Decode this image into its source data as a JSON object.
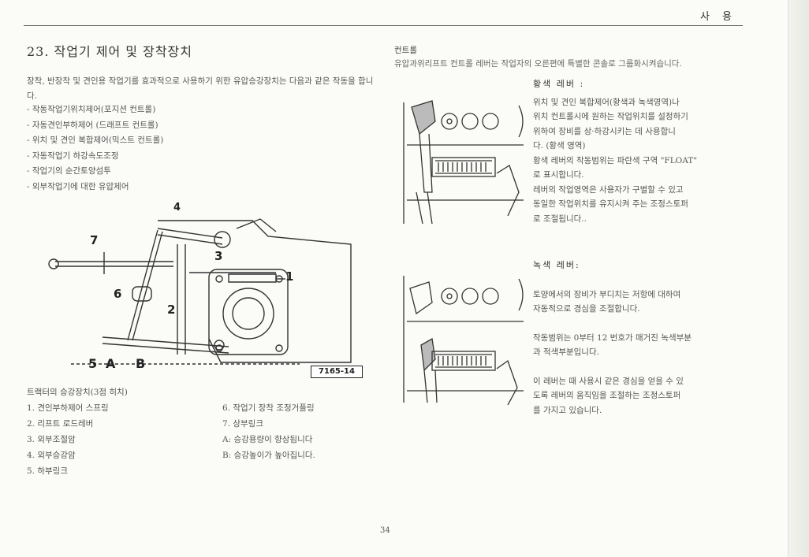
{
  "header": {
    "section": "사 용"
  },
  "title": "23. 작업기 제어 및 장착장치",
  "intro": "장착, 반장착 및 견인용 작업기를 효과적으로 사용하기 위한 유압승강장치는 다음과 같은 작동을 합니다.",
  "bullets": [
    "- 작동작업기위치제어(포지션 컨트롤)",
    "- 자동견인부하제어 (드래프트 컨트롤)",
    "- 위치 및 견인 복합제어(믹스트 컨트롤)",
    "- 자동작업기 하강속도조정",
    "- 작업기의 순간토양섬투",
    "- 외부작업기에 대한 유압제어"
  ],
  "figure_left": {
    "labels": [
      "4",
      "7",
      "3",
      "1",
      "6",
      "2",
      "5",
      "A",
      "B"
    ],
    "code": "7165-14"
  },
  "caption": "트랙터의 승강장치(3점 히치)",
  "legend_left": [
    "1. 견인부하제어 스프링",
    "2. 리프트 로드레버",
    "3. 외부조절암",
    "4. 외부승강암",
    "5. 하부링크"
  ],
  "legend_right": [
    "6. 작업기 장착 조정거플링",
    "7. 상부링크",
    "A: 승강용량이 향상됩니다",
    "B: 승강높이가 높아집니다."
  ],
  "right": {
    "heading": "컨트롤",
    "intro": "유압과위리프트 컨트롤 레버는 작업자의 오른편에 특별한 콘솔로 그룹화시켜습니다.",
    "yellow": {
      "title": "황색 레버 :",
      "lines": [
        "위치 및 견인 복합제어(황색과 녹색영역)나",
        "위치 컨트롤시에 원하는 작업위치를 설정하기",
        "위하여 장비를 상·하강시키는 데 사용합니",
        "다. (황색 영역)",
        "황색 레버의 작동범위는 파란색 구역 \"FLOAT\"",
        "로 표시합니다.",
        "레버의 작업영역은 사용자가 구별할 수 있고",
        "동일한 작업위치를 유지시켜 주는 조정스토퍼",
        "로 조절됩니다.."
      ]
    },
    "green": {
      "title": "녹색 레버:",
      "para1": [
        "토양에서의 장비가 부디치는 저항에 대하여",
        "자동적으로 경심을 조절합니다."
      ],
      "para2": [
        "작동범위는 0부터 12 번호가 매거진 녹색부분",
        "과 적색부분입니다."
      ],
      "para3": [
        "이 레버는 때 사용시 같은 경심을 얻을 수 있",
        "도록 레버의 움직임을 조절하는 조정스토퍼",
        "를 가지고 있습니다."
      ]
    }
  },
  "page_number": "34"
}
